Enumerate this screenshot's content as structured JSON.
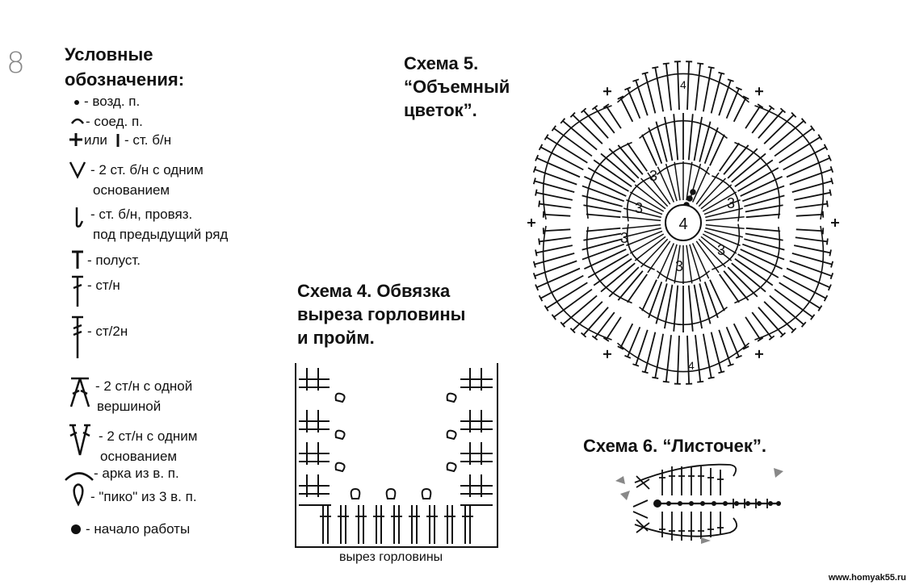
{
  "page_number": "8",
  "legend": {
    "title_line1": "Условные",
    "title_line2": "обозначения:",
    "items": [
      {
        "symbol": "chain-stitch-dot",
        "text": "- возд. п."
      },
      {
        "symbol": "slip-stitch-arc",
        "text": "- соед. п."
      },
      {
        "symbol": "single-crochet-cross",
        "text": "или",
        "text2": "- ст. б/н"
      },
      {
        "symbol": "v-increase",
        "text": "- 2 ст. б/н с одним",
        "text2": "основанием"
      },
      {
        "symbol": "hook-stitch",
        "text": "- ст. б/н, провяз.",
        "text2": "под предыдущий ряд"
      },
      {
        "symbol": "half-double-t",
        "text": "- полуст."
      },
      {
        "symbol": "double-crochet",
        "text": "- ст/н"
      },
      {
        "symbol": "treble-crochet",
        "text": "- ст/2н"
      },
      {
        "symbol": "dc2tog-top",
        "text": "- 2 ст/н с одной",
        "text2": "вершиной"
      },
      {
        "symbol": "dc-v-increase",
        "text": "- 2 ст/н с одним",
        "text2": "основанием"
      },
      {
        "symbol": "chain-arch",
        "text": "- арка из в. п."
      },
      {
        "symbol": "picot",
        "text": "- \"пико\" из 3 в. п."
      },
      {
        "symbol": "start-dot",
        "text": "- начало работы"
      }
    ]
  },
  "scheme4": {
    "title_line1": "Схема 4. Обвязка",
    "title_line2": "выреза горловины",
    "title_line3": "и пройм.",
    "caption": "вырез горловины"
  },
  "scheme5": {
    "title_line1": "Схема 5.",
    "title_line2": "“Объемный",
    "title_line3": "цветок”.",
    "center_label": "4",
    "ring_labels": [
      "3",
      "3",
      "3",
      "3",
      "3",
      "3"
    ],
    "petal_labels": [
      "4",
      "4"
    ]
  },
  "scheme6": {
    "title": "Схема 6. “Листочек”."
  },
  "watermark": "www.homyak55.ru"
}
